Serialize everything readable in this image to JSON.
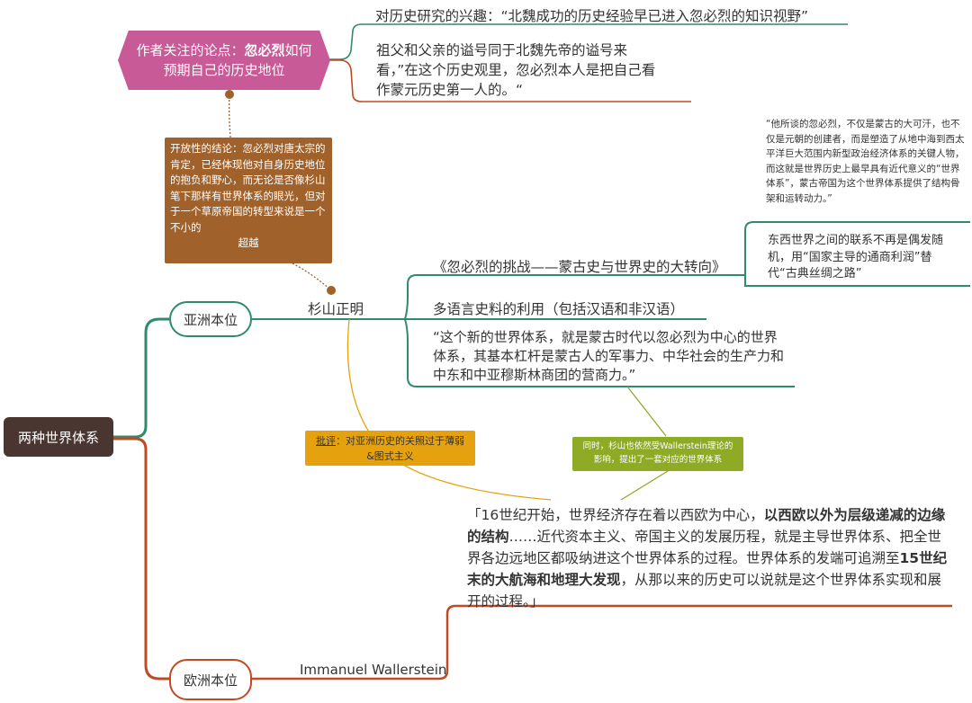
{
  "root": {
    "label": "两种世界体系"
  },
  "branches": {
    "asia": {
      "label": "亚洲本位"
    },
    "europe": {
      "label": "欧洲本位"
    }
  },
  "focus": {
    "pre": "作者关注的论点：",
    "bold": "忽必烈",
    "post": "如何",
    "line2": "预期自己的历史地位",
    "interest": "对历史研究的兴趣：“北魏成功的历史经验早已进入忽必烈的知识视野”",
    "evidence_1": "祖父和父亲的谥号同于北魏先帝的谥号来",
    "evidence_2": "看，”在这个历史观里，忽必烈本人是把自己看",
    "evidence_3": "作蒙元历史第一人的。“"
  },
  "conclusion": {
    "body": "开放性的结论：忽必烈对唐太宗的肯定，已经体现他对自身历史地位的抱负和野心，而无论是否像杉山笔下那样有世界体系的眼光，但对于一个草原帝国的转型来说是一个不小的",
    "tail": "超越"
  },
  "sugiyama": {
    "name": "杉山正明",
    "book": "《忽必烈的挑战——蒙古史与世界史的大转向》",
    "sources": "多语言史料的利用（包括汉语和非汉语）",
    "quote_1": "“这个新的世界体系，就是蒙古时代以忽必烈为中心的世界",
    "quote_2": "体系，其基本杠杆是蒙古人的军事力、中华社会的生产力和",
    "quote_3": "中东和中亚穆斯林商团的营商力。”",
    "side_quote": "“他所谈的忽必烈，不仅是蒙古的大可汗，也不仅是元朝的创建者，而是塑造了从地中海到西太平洋巨大范围内新型政治经济体系的关键人物，而这就是世界历史上最早具有近代意义的“世界体系”，蒙古帝国为这个世界体系提供了结构骨架和运转动力。”",
    "link_1": "东西世界之间的联系不再是偶发随",
    "link_2": "机，用“国家主导的通商利润”替",
    "link_3": "代“古典丝绸之路”"
  },
  "critique": {
    "label": "批评",
    "rest_1": "：对亚洲历史的关照过于薄弱",
    "rest_2": "&图式主义"
  },
  "influence": {
    "line1": "同时，杉山也依然受Wallerstein理论的",
    "line2": "影响，提出了一套对应的世界体系"
  },
  "wallerstein": {
    "name": "Immanuel Wallerstein",
    "q_a": "「16世纪开始，世界经济存在着以西欧为中心，",
    "q_b": "以西欧以外为层级递减的边缘的结构",
    "q_c": "……近代资本主义、帝国主义的发展历程，就是主导世界体系、把全世界各边远地区都吸纳进这个世界体系的过程。世界体系的发端可追溯至",
    "q_d": "15世纪末的大航海和地理大发现",
    "q_e": "，从那以来的历史可以说就是这个世界体系实现和展开的过程。」"
  },
  "colors": {
    "root": "#4a3630",
    "asia": "#2f8a6e",
    "europe": "#c04a22",
    "focus": "#c85a98",
    "conclusion": "#a0612a",
    "critique": "#e5a20e",
    "influence": "#8faa24"
  }
}
